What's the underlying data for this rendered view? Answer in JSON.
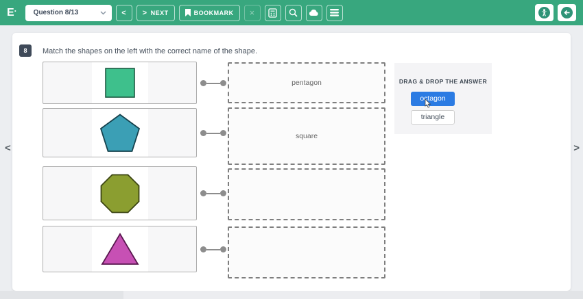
{
  "colors": {
    "toolbar_bg": "#38a77e",
    "accent_blue": "#2b7be3",
    "badge_bg": "#3f4a59",
    "page_bg": "#eceef1"
  },
  "toolbar": {
    "logo": "E",
    "logo_dot": "·",
    "question_selector": {
      "value": "Question 8/13"
    },
    "prev_glyph": "<",
    "next_glyph": ">",
    "next_label": "NEXT",
    "bookmark_label": "BOOKMARK",
    "close_glyph": "×"
  },
  "question": {
    "number": "8",
    "prompt": "Match the shapes on the left with the correct name of the shape."
  },
  "shapes": [
    {
      "name": "square",
      "fill": "#3ec08c",
      "stroke": "#1d5b43"
    },
    {
      "name": "pentagon",
      "fill": "#3b9fb5",
      "stroke": "#16424d"
    },
    {
      "name": "octagon",
      "fill": "#8b9e30",
      "stroke": "#3c4513"
    },
    {
      "name": "triangle",
      "fill": "#c750b4",
      "stroke": "#59174f"
    }
  ],
  "drop_zones": [
    {
      "label": "pentagon"
    },
    {
      "label": "square"
    },
    {
      "label": ""
    },
    {
      "label": ""
    }
  ],
  "answer_panel": {
    "title": "DRAG & DROP THE ANSWER",
    "choices": [
      {
        "label": "octagon",
        "state": "dragging"
      },
      {
        "label": "triangle",
        "state": "default"
      }
    ]
  },
  "pager": {
    "left": "<",
    "right": ">"
  }
}
